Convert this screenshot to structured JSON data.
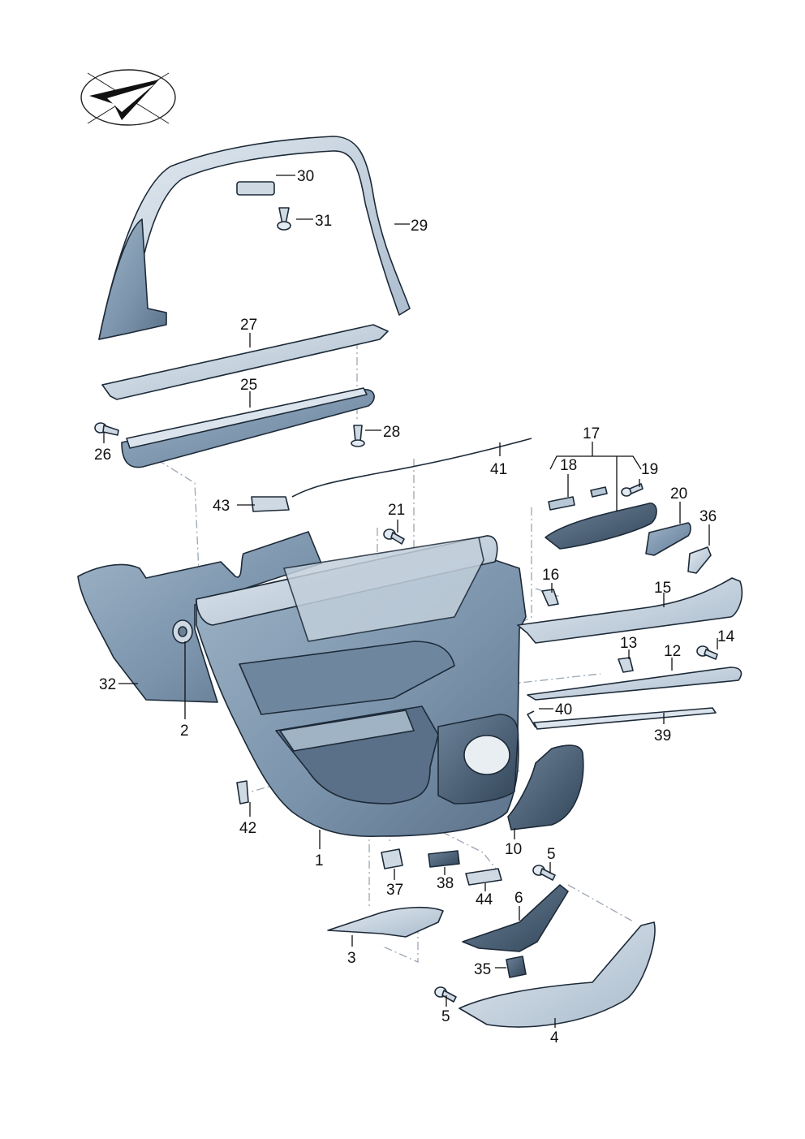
{
  "labels": [
    "1",
    "2",
    "3",
    "4",
    "5",
    "5",
    "6",
    "10",
    "12",
    "13",
    "14",
    "15",
    "16",
    "17",
    "18",
    "19",
    "20",
    "21",
    "25",
    "26",
    "27",
    "28",
    "29",
    "30",
    "31",
    "32",
    "35",
    "36",
    "37",
    "38",
    "39",
    "40",
    "41",
    "42",
    "43",
    "44"
  ],
  "colors": {
    "panel": "#7f98b0",
    "panel_light": "#b9c8d6",
    "panel_dark": "#4f6478",
    "outline": "#1d2a38",
    "dash": "#9aa6b3"
  },
  "icons": {
    "logo": "direction-of-travel-arrow-icon"
  }
}
